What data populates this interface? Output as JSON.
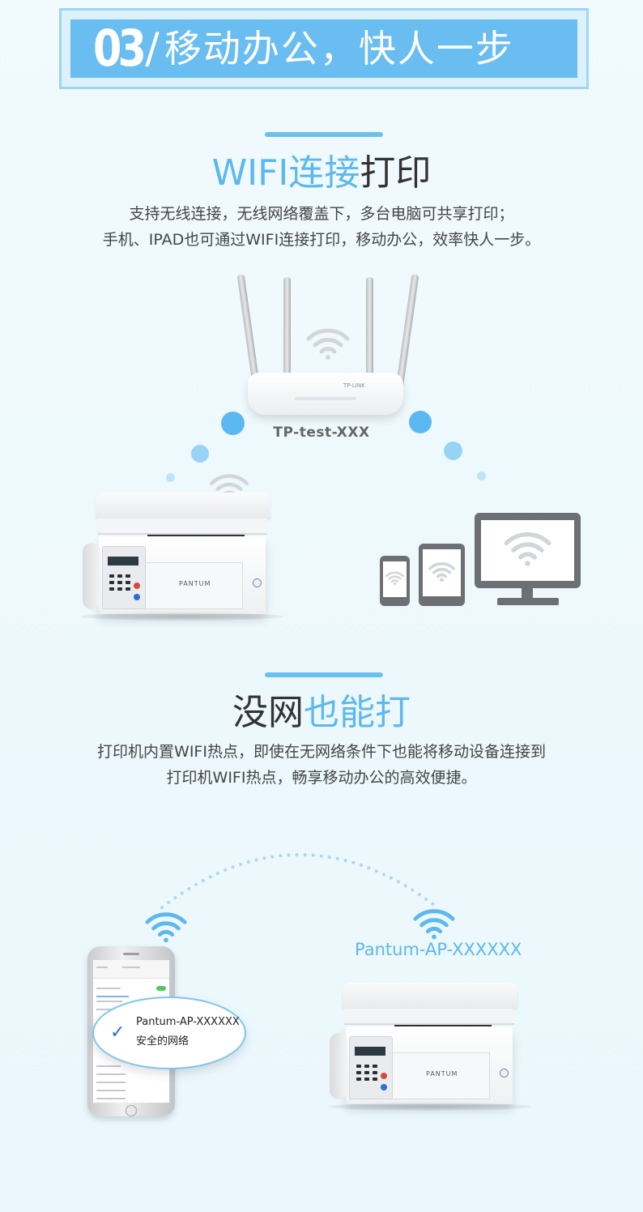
{
  "header": {
    "number": "03",
    "slash": "/",
    "title": "移动办公，快人一步"
  },
  "section1": {
    "title_part1": "WIFI连接",
    "title_part2": "打印",
    "desc_line1": "支持无线连接，无线网络覆盖下，多台电脑可共享打印；",
    "desc_line2": "手机、IPAD也可通过WIFI连接打印，移动办公，效率快人一步。",
    "router_label": "TP-test-XXX",
    "router_brand": "TP-LINK"
  },
  "section2": {
    "title_part1": "没网",
    "title_part2": "也能打",
    "desc_line1": "打印机内置WIFI热点，即使在无网络条件下也能将移动设备连接到",
    "desc_line2": "打印机WIFI热点，畅享移动办公的高效便捷。",
    "ap_label": "Pantum-AP-XXXXXX",
    "bubble_ssid": "Pantum-AP-XXXXXX",
    "bubble_secure": "安全的网络",
    "bubble_check": "✓"
  },
  "printer": {
    "brand": "PANTUM"
  },
  "colors": {
    "accent": "#5cb8ee",
    "banner": "#69bdf0",
    "dots": "#52b4f1",
    "device_gray": "#6c6f73",
    "background": "#eef9fd"
  }
}
